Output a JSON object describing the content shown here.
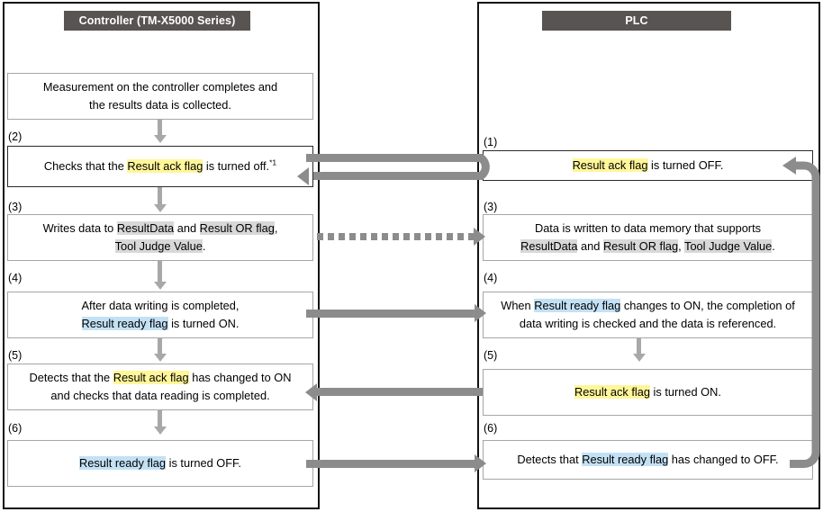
{
  "lanes": {
    "left": {
      "title": "Controller (TM-X5000 Series)"
    },
    "right": {
      "title": "PLC"
    }
  },
  "left_steps": [
    {
      "index": "",
      "lines": [
        [
          {
            "t": "Measurement on the controller completes and",
            "h": "none"
          }
        ],
        [
          {
            "t": "the results data is collected.",
            "h": "none"
          }
        ]
      ]
    },
    {
      "index": "(2)",
      "lines": [
        [
          {
            "t": "Checks that the ",
            "h": "none"
          },
          {
            "t": "Result ack flag",
            "h": "yellow"
          },
          {
            "t": " is turned off.",
            "h": "none"
          },
          {
            "t": "*1",
            "h": "sup"
          }
        ]
      ]
    },
    {
      "index": "(3)",
      "lines": [
        [
          {
            "t": "Writes data to ",
            "h": "none"
          },
          {
            "t": "ResultData",
            "h": "gray"
          },
          {
            "t": " and ",
            "h": "none"
          },
          {
            "t": "Result OR flag",
            "h": "gray"
          },
          {
            "t": ",",
            "h": "none"
          }
        ],
        [
          {
            "t": "Tool Judge Value",
            "h": "gray"
          },
          {
            "t": ".",
            "h": "none"
          }
        ]
      ]
    },
    {
      "index": "(4)",
      "lines": [
        [
          {
            "t": "After data writing is completed,",
            "h": "none"
          }
        ],
        [
          {
            "t": "Result ready flag",
            "h": "blue"
          },
          {
            "t": " is turned ON.",
            "h": "none"
          }
        ]
      ]
    },
    {
      "index": "(5)",
      "lines": [
        [
          {
            "t": "Detects that the ",
            "h": "none"
          },
          {
            "t": "Result ack flag",
            "h": "yellow"
          },
          {
            "t": " has changed to ON",
            "h": "none"
          }
        ],
        [
          {
            "t": "and checks that data reading is completed.",
            "h": "none"
          }
        ]
      ]
    },
    {
      "index": "(6)",
      "lines": [
        [
          {
            "t": "Result ready flag",
            "h": "blue"
          },
          {
            "t": " is turned OFF.",
            "h": "none"
          }
        ]
      ]
    }
  ],
  "right_steps": [
    {
      "index": "(1)",
      "lines": [
        [
          {
            "t": "Result ack flag",
            "h": "yellow"
          },
          {
            "t": " is turned OFF.",
            "h": "none"
          }
        ]
      ]
    },
    {
      "index": "(3)",
      "lines": [
        [
          {
            "t": "Data is written to data memory that supports",
            "h": "none"
          }
        ],
        [
          {
            "t": "ResultData",
            "h": "gray"
          },
          {
            "t": " and ",
            "h": "none"
          },
          {
            "t": "Result OR flag",
            "h": "gray"
          },
          {
            "t": ", ",
            "h": "none"
          },
          {
            "t": "Tool Judge Value",
            "h": "gray"
          },
          {
            "t": ".",
            "h": "none"
          }
        ]
      ]
    },
    {
      "index": "(4)",
      "lines": [
        [
          {
            "t": "When ",
            "h": "none"
          },
          {
            "t": "Result ready flag",
            "h": "blue"
          },
          {
            "t": " changes to ON, the completion of",
            "h": "none"
          }
        ],
        [
          {
            "t": "data writing is checked and the data is referenced.",
            "h": "none"
          }
        ]
      ]
    },
    {
      "index": "(5)",
      "lines": [
        [
          {
            "t": "Result ack flag",
            "h": "yellow"
          },
          {
            "t": " is turned ON.",
            "h": "none"
          }
        ]
      ]
    },
    {
      "index": "(6)",
      "lines": [
        [
          {
            "t": "Detects that ",
            "h": "none"
          },
          {
            "t": "Result ready flag",
            "h": "blue"
          },
          {
            "t": " has changed to OFF.",
            "h": "none"
          }
        ]
      ]
    }
  ],
  "colors": {
    "header_bar": "#585451",
    "box_border": "#a6a6a6",
    "lane_border": "#111111",
    "arrow_gray": "#8c8c8c",
    "down_arrow_gray": "#a8a8a8",
    "highlight_yellow": "#fff69a",
    "highlight_blue": "#c3e1f5",
    "highlight_gray": "#d8d8d8"
  },
  "connectors": [
    {
      "name": "loop-2-to-1-uturn",
      "kind": "u-turn",
      "direction": "left",
      "note": "from step (1) area back into step (2) box"
    },
    {
      "name": "arrow-3-left-to-right",
      "kind": "dotted-arrow",
      "direction": "right"
    },
    {
      "name": "arrow-4-left-to-right",
      "kind": "solid-arrow",
      "direction": "right"
    },
    {
      "name": "arrow-5-right-to-left",
      "kind": "solid-arrow",
      "direction": "left"
    },
    {
      "name": "arrow-6-left-to-right",
      "kind": "solid-arrow",
      "direction": "right"
    },
    {
      "name": "loop-6-to-1-return",
      "kind": "elbow-arrow",
      "direction": "up-left"
    }
  ]
}
